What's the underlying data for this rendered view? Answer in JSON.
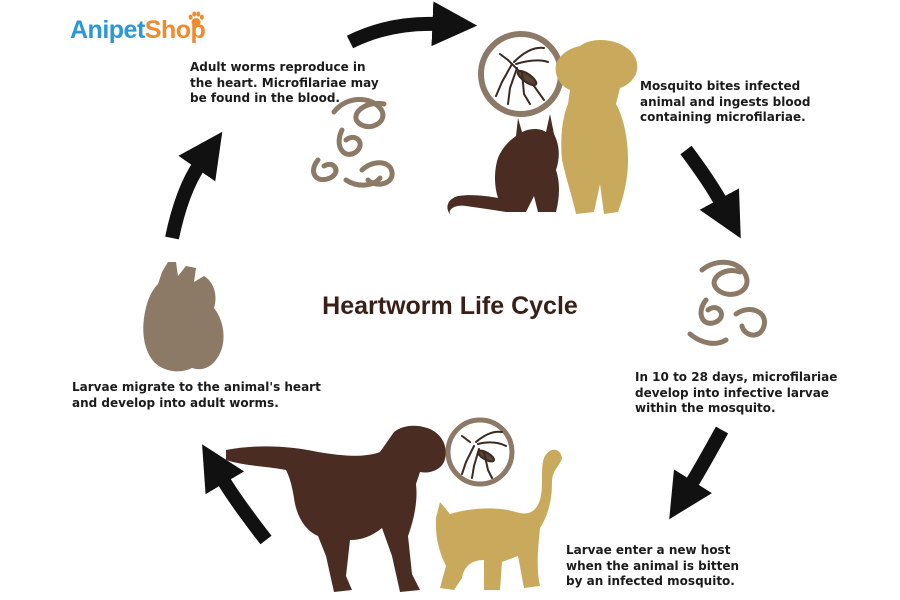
{
  "brand": {
    "name_part1": "Anipet",
    "name_part2": "Shop",
    "color_part1": "#2a97d9",
    "color_part2": "#f08a2c",
    "icon": "paw-icon"
  },
  "title": "Heartworm Life Cycle",
  "steps": [
    {
      "id": "mosquito-bites",
      "lines": [
        "Mosquito bites infected",
        "animal and ingests blood",
        "containing microfilariae."
      ]
    },
    {
      "id": "develop-larvae",
      "lines": [
        "In 10 to 28 days, microfilariae",
        "develop into infective larvae",
        "within the mosquito."
      ]
    },
    {
      "id": "new-host",
      "lines": [
        "Larvae enter a new host",
        "when the animal is bitten",
        "by an infected mosquito."
      ]
    },
    {
      "id": "migrate-heart",
      "lines": [
        "Larvae migrate to the animal's heart",
        "and develop into adult worms."
      ]
    },
    {
      "id": "adult-reproduce",
      "lines": [
        "Adult worms reproduce in",
        "the heart. Microfilariae may",
        "be found in the blood."
      ]
    }
  ],
  "icons": [
    "mosquito-icon",
    "dog-silhouette-icon",
    "cat-silhouette-icon",
    "heart-organ-icon",
    "worm-icon",
    "cycle-arrow-icon"
  ],
  "colors": {
    "dark_brown": "#4a2c22",
    "gold": "#c9a95c",
    "taupe": "#8c7a66",
    "arrow": "#111111"
  }
}
